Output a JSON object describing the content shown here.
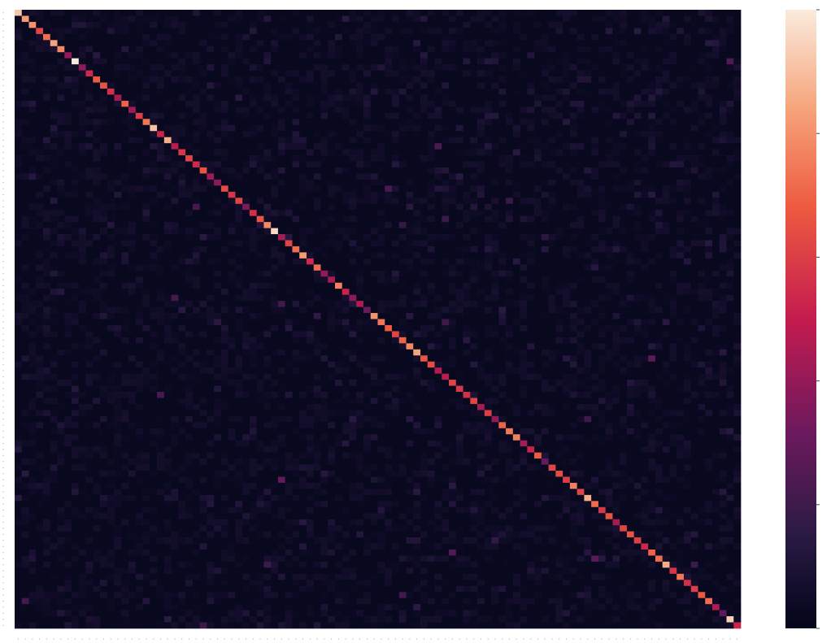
{
  "chart_data": {
    "type": "heatmap",
    "title": "",
    "xlabel": "",
    "ylabel": "",
    "rows": 102,
    "cols": 102,
    "colormap": "rocket",
    "colorbar": {
      "ticks": 6,
      "tick_labels_visible": false
    },
    "axis_tick_labels_visible": false,
    "diagonal_values": [
      0.92,
      0.82,
      0.8,
      0.62,
      0.72,
      0.84,
      0.78,
      0.4,
      1.0,
      0.38,
      0.54,
      0.68,
      0.66,
      0.56,
      0.44,
      0.7,
      0.42,
      0.6,
      0.74,
      0.9,
      0.52,
      0.86,
      0.48,
      0.58,
      0.62,
      0.54,
      0.66,
      0.42,
      0.38,
      0.64,
      0.58,
      0.62,
      0.34,
      0.56,
      0.66,
      0.78,
      0.96,
      0.44,
      0.62,
      0.72,
      0.82,
      0.54,
      0.72,
      0.4,
      0.44,
      0.76,
      0.52,
      0.38,
      0.46,
      0.3,
      0.8,
      0.74,
      0.68,
      0.62,
      0.7,
      0.78,
      0.84,
      0.66,
      0.64,
      0.46,
      0.48,
      0.62,
      0.58,
      0.56,
      0.62,
      0.44,
      0.6,
      0.4,
      0.7,
      0.74,
      0.76,
      0.44,
      0.52,
      0.68,
      0.3,
      0.62,
      0.64,
      0.6,
      0.76,
      0.62,
      0.86,
      0.72,
      0.58,
      0.66,
      0.44,
      0.62,
      0.66,
      0.6,
      0.54,
      0.7,
      0.72,
      0.86,
      0.58,
      0.74,
      0.56,
      0.6,
      0.68,
      0.72,
      0.46,
      0.28,
      0.94,
      0.52
    ],
    "off_diagonal_background": 0.02,
    "off_diagonal_max": 0.3
  }
}
